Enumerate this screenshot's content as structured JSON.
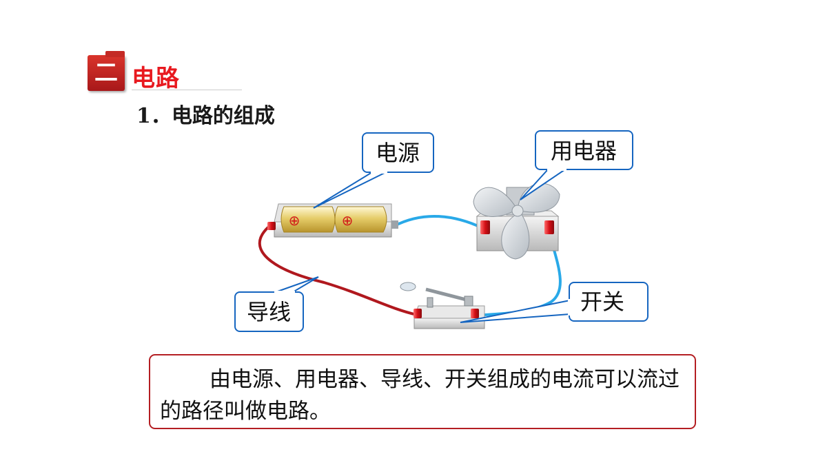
{
  "section": {
    "number": "二",
    "title": "电路"
  },
  "subtitle": "1．电路的组成",
  "diagram": {
    "labels": {
      "power_source": "电源",
      "appliance": "用电器",
      "wire": "导线",
      "switch": "开关"
    },
    "battery_symbol": "⊕"
  },
  "definition": "由电源、用电器、导线、开关组成的电流可以流过的路径叫做电路。",
  "colors": {
    "accent_red": "#e8191f",
    "callout_border": "#1565c0",
    "wire_red": "#b0181e",
    "wire_blue": "#29a9e8"
  }
}
